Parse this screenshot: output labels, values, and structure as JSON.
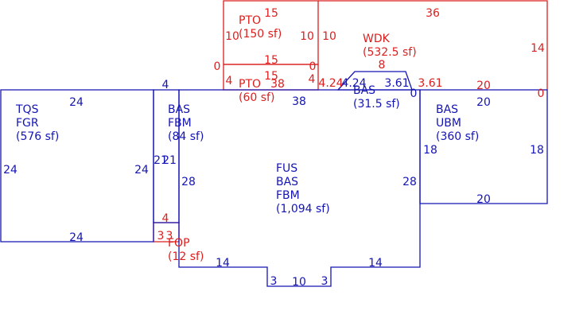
{
  "colors": {
    "blue": "#1414b4",
    "red": "#dc1e1e"
  },
  "areas": [
    {
      "name": "tqs-fgr",
      "lines": [
        "TQS",
        "FGR",
        "(576 sf)"
      ],
      "color": "blue"
    },
    {
      "name": "bas-fbm-left",
      "lines": [
        "BAS",
        "FBM",
        "(84 sf)"
      ],
      "color": "blue"
    },
    {
      "name": "fus-bas-fbm",
      "lines": [
        "FUS",
        "BAS",
        "FBM",
        "(1,094 sf)"
      ],
      "color": "blue"
    },
    {
      "name": "bas-small",
      "lines": [
        "BAS",
        "(31.5 sf)"
      ],
      "color": "blue"
    },
    {
      "name": "bas-ubm",
      "lines": [
        "BAS",
        "UBM",
        "(360 sf)"
      ],
      "color": "blue"
    },
    {
      "name": "pto-upper",
      "lines": [
        "PTO",
        "(150 sf)"
      ],
      "color": "red"
    },
    {
      "name": "pto-lower",
      "lines": [
        "PTO",
        "(60 sf)"
      ],
      "color": "red"
    },
    {
      "name": "wdk",
      "lines": [
        "WDK",
        "(532.5 sf)"
      ],
      "color": "red"
    },
    {
      "name": "fop",
      "lines": [
        "FOP",
        "(12 sf)"
      ],
      "color": "red"
    }
  ],
  "dims": [
    {
      "t": "24",
      "c": "blue"
    },
    {
      "t": "24",
      "c": "blue"
    },
    {
      "t": "24",
      "c": "blue"
    },
    {
      "t": "24",
      "c": "blue"
    },
    {
      "t": "4",
      "c": "blue"
    },
    {
      "t": "21",
      "c": "blue"
    },
    {
      "t": "21",
      "c": "blue"
    },
    {
      "t": "28",
      "c": "blue"
    },
    {
      "t": "38",
      "c": "blue"
    },
    {
      "t": "28",
      "c": "blue"
    },
    {
      "t": "14",
      "c": "blue"
    },
    {
      "t": "14",
      "c": "blue"
    },
    {
      "t": "3",
      "c": "blue"
    },
    {
      "t": "10",
      "c": "blue"
    },
    {
      "t": "3",
      "c": "blue"
    },
    {
      "t": "20",
      "c": "blue"
    },
    {
      "t": "18",
      "c": "blue"
    },
    {
      "t": "18",
      "c": "blue"
    },
    {
      "t": "20",
      "c": "blue"
    },
    {
      "t": "4.24",
      "c": "blue"
    },
    {
      "t": "3.61",
      "c": "blue"
    },
    {
      "t": "0",
      "c": "blue"
    },
    {
      "t": "15",
      "c": "red"
    },
    {
      "t": "10",
      "c": "red"
    },
    {
      "t": "10",
      "c": "red"
    },
    {
      "t": "15",
      "c": "red"
    },
    {
      "t": "0",
      "c": "red"
    },
    {
      "t": "0",
      "c": "red"
    },
    {
      "t": "15",
      "c": "red"
    },
    {
      "t": "4",
      "c": "red"
    },
    {
      "t": "4",
      "c": "red"
    },
    {
      "t": "38",
      "c": "red"
    },
    {
      "t": "36",
      "c": "red"
    },
    {
      "t": "10",
      "c": "red"
    },
    {
      "t": "14",
      "c": "red"
    },
    {
      "t": "8",
      "c": "red"
    },
    {
      "t": "4.24",
      "c": "red"
    },
    {
      "t": "3.61",
      "c": "red"
    },
    {
      "t": "20",
      "c": "red"
    },
    {
      "t": "0",
      "c": "red"
    },
    {
      "t": "4",
      "c": "red"
    },
    {
      "t": "3",
      "c": "red"
    },
    {
      "t": "3",
      "c": "red"
    }
  ]
}
